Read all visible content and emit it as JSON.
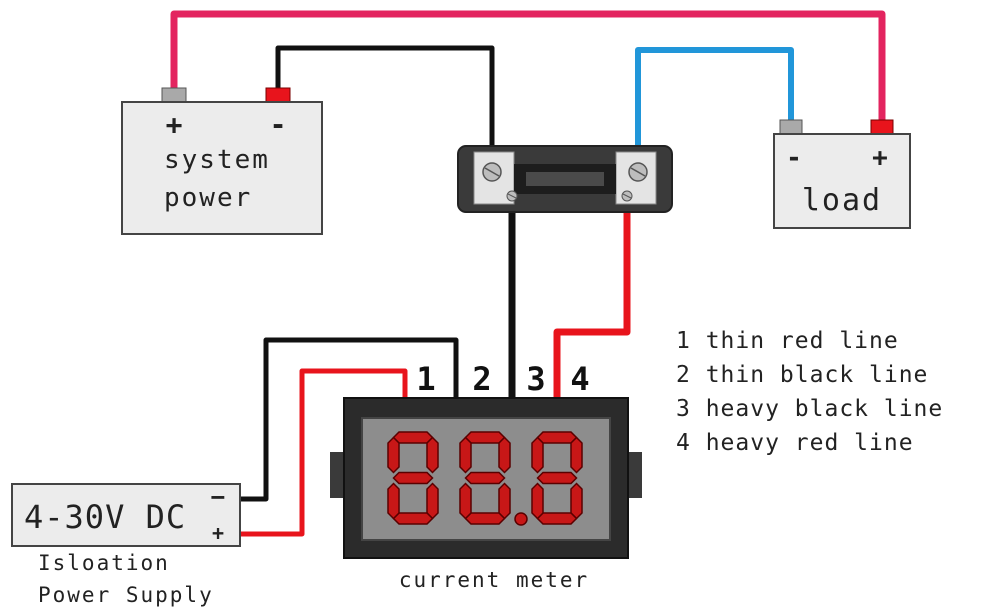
{
  "system_power": {
    "plus": "+",
    "minus": "-",
    "label_line1": "system",
    "label_line2": "power"
  },
  "load": {
    "minus": "-",
    "plus": "+",
    "label": "load"
  },
  "meter": {
    "digits": "88.8",
    "label": "current meter",
    "terminals": [
      "1",
      "2",
      "3",
      "4"
    ]
  },
  "supply": {
    "text": "4-30V DC",
    "minus": "−",
    "plus": "+",
    "label_line1": "Isloation",
    "label_line2": "Power Supply"
  },
  "legend": [
    "1 thin red line",
    "2 thin black line",
    "3 heavy black line",
    "4 heavy red line"
  ],
  "colors": {
    "pink_wire": "#e3245f",
    "black_wire": "#111111",
    "blue_wire": "#2196d9",
    "red_wire": "#e8141c",
    "box_fill": "#ececec",
    "meter_body": "#2b2b2b",
    "display_bg": "#8d8d8d",
    "segment": "#c81717"
  }
}
